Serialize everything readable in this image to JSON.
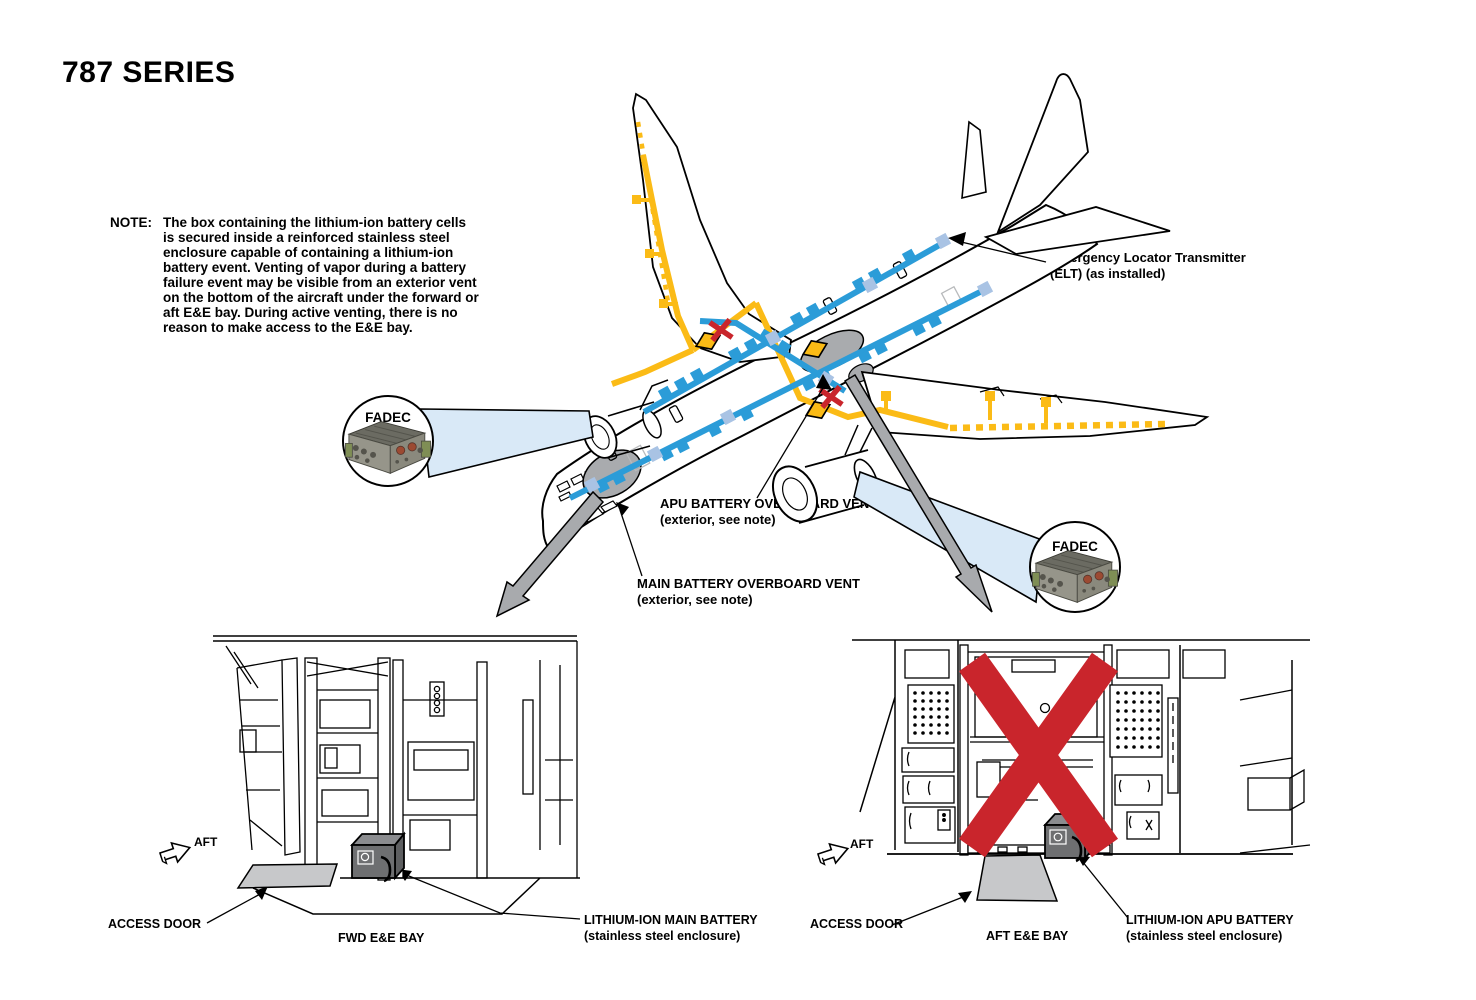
{
  "title": "787 SERIES",
  "note": {
    "label": "NOTE:",
    "text": "The box containing the lithium-ion battery cells\nis secured inside a reinforced stainless steel\nenclosure capable of containing a lithium-ion\nbattery event. Venting of vapor during a battery\nfailure event may be visible from an exterior vent\non the bottom of the aircraft under the forward or\naft E&E bay. During active venting, there is no\nreason to make access to the E&E bay."
  },
  "aircraft": {
    "elt": {
      "line1": "Emergency Locator Transmitter",
      "line2": "(ELT) (as installed)"
    },
    "apu_vent": {
      "line1": "APU BATTERY OVERBOARD VENT",
      "line2": "(exterior, see note)"
    },
    "main_vent": {
      "line1": "MAIN BATTERY OVERBOARD VENT",
      "line2": "(exterior, see note)"
    },
    "fadec_left": {
      "label": "FADEC"
    },
    "fadec_right": {
      "label": "FADEC"
    }
  },
  "fwd_bay": {
    "aft_marker": "AFT",
    "access_door": "ACCESS DOOR",
    "name": "FWD E&E BAY",
    "battery": {
      "line1": "LITHIUM-ION MAIN BATTERY",
      "line2": "(stainless steel enclosure)"
    }
  },
  "aft_bay": {
    "aft_marker": "AFT",
    "access_door": "ACCESS DOOR",
    "name": "AFT E&E BAY",
    "battery": {
      "line1": "LITHIUM-ION APU BATTERY",
      "line2": "(stainless steel enclosure)"
    }
  },
  "colors": {
    "wire_blue": "#2B9CD8",
    "wire_yellow": "#FBBB16",
    "marker_light_blue": "#A9C3E4",
    "prohibit_red": "#C9252C",
    "callout_cone_blue": "#D9E9F7",
    "leader_arrow_gray": "#A8AAAD",
    "access_door_gray": "#C7C8CA",
    "battery_box_gray": "#6E6F71",
    "fuselage_patch_gray": "#A9ABAE"
  }
}
